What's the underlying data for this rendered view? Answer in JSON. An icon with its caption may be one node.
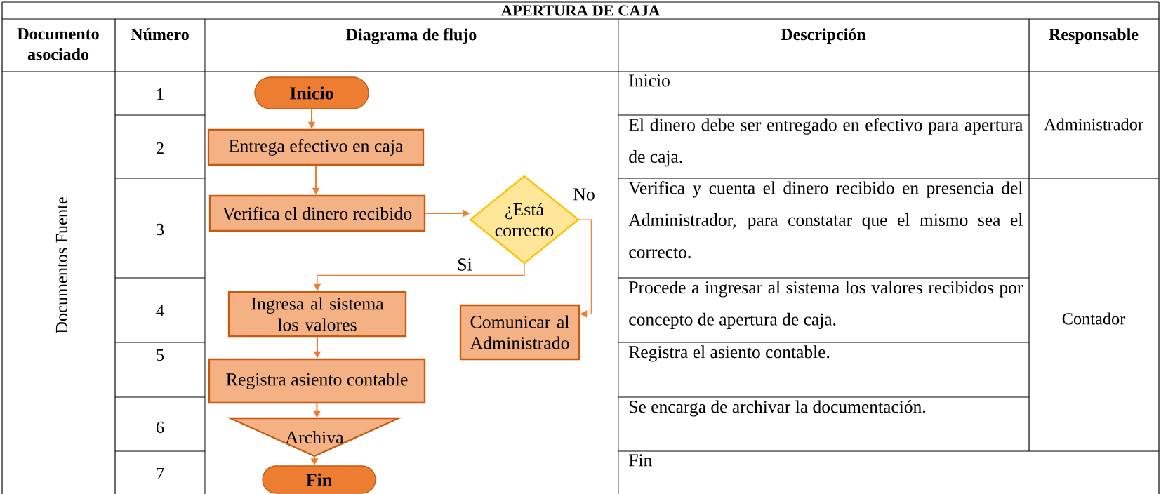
{
  "diagram": {
    "nodes": [
      {
        "text": [
          "Inicio"
        ]
      },
      {
        "text": [
          "Entrega efectivo en caja"
        ]
      },
      {
        "text": [
          "Verifica el dinero recibido"
        ]
      },
      {
        "text": [
          "¿Está correcto"
        ]
      },
      {
        "text": [
          "Ingresa al sistema los valores"
        ]
      },
      {
        "text": [
          "Comunicar al Administrado"
        ]
      },
      {
        "text": [
          "Registra asiento contable"
        ]
      },
      {
        "text": [
          "Archiva"
        ]
      },
      {
        "text": [
          "Fin"
        ]
      }
    ],
    "edges": [
      {
        "from": 0,
        "to": 1,
        "arrow": "to"
      },
      {
        "from": 1,
        "to": 2,
        "arrow": "to"
      },
      {
        "from": 2,
        "to": 3,
        "arrow": "to"
      },
      {
        "from": 3,
        "to": 4,
        "arrow": "to",
        "label": "Si"
      },
      {
        "from": 3,
        "to": 5,
        "arrow": "to",
        "label": "No"
      },
      {
        "from": 4,
        "to": 6,
        "arrow": "to"
      },
      {
        "from": 6,
        "to": 7,
        "arrow": "to"
      },
      {
        "from": 7,
        "to": 8,
        "arrow": "to"
      }
    ],
    "labels": [
      "APERTURA DE CAJA",
      "Documento asociado",
      "Número",
      "Diagrama de flujo",
      "Descripción",
      "Responsable",
      "Documentos Fuente",
      "1",
      "Inicio",
      "Administrador",
      "2",
      "El dinero debe ser entregado en efectivo para apertura de caja.",
      "3",
      "Verifica y cuenta el dinero recibido en presencia del Administrador, para constatar que el mismo sea el correcto.",
      "Contador",
      "4",
      "Procede a ingresar al sistema los valores recibidos por concepto de apertura de caja.",
      "5",
      "Registra el asiento contable.",
      "6",
      "Se encarga de archivar la documentación.",
      "7",
      "Fin"
    ]
  }
}
